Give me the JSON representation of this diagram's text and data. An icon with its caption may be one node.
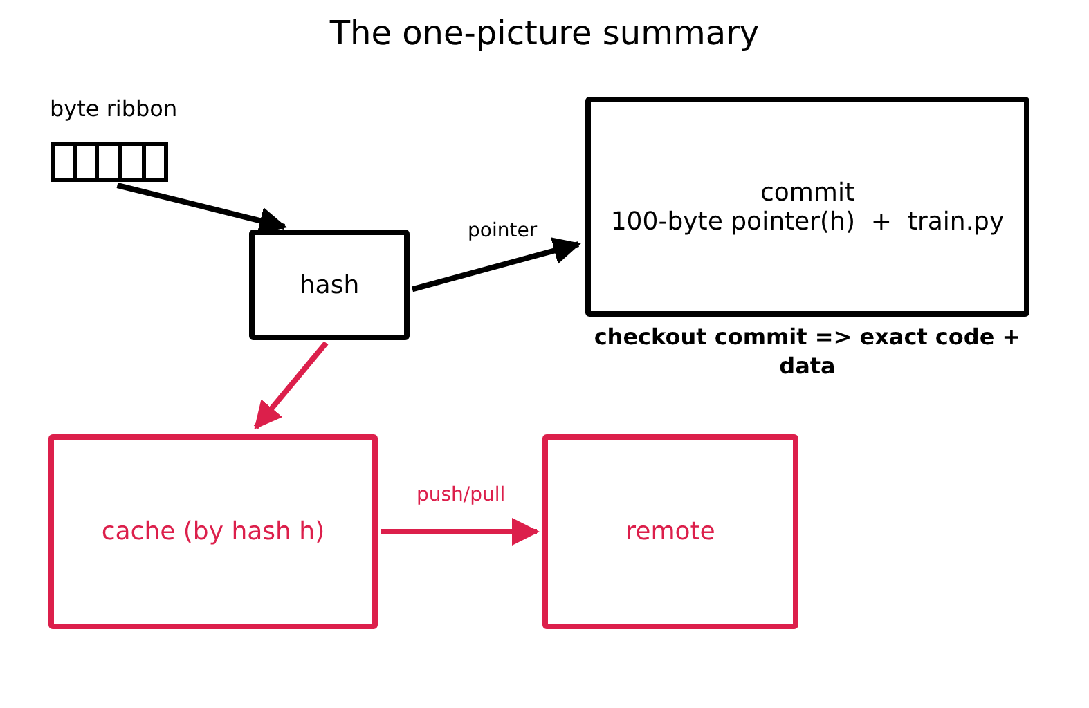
{
  "diagram": {
    "title": "The one-picture summary",
    "nodes": [
      {
        "text": [
          "byte ribbon"
        ]
      },
      {
        "text": [
          "hash"
        ]
      },
      {
        "text": [
          "commit",
          "100-byte pointer(h)  +  train.py"
        ],
        "beside": [
          "checkout commit => exact code + data"
        ]
      },
      {
        "text": [
          "cache (by hash h)"
        ]
      },
      {
        "text": [
          "remote"
        ]
      }
    ],
    "edges": [
      {
        "from": 0,
        "to": 1,
        "arrow": "to"
      },
      {
        "from": 1,
        "to": 2,
        "arrow": "to",
        "label": "pointer"
      },
      {
        "from": 1,
        "to": 3,
        "arrow": "to",
        "color": "#dc1f4b"
      },
      {
        "from": 3,
        "to": 4,
        "arrow": "to",
        "label": "push/pull",
        "color": "#dc1f4b"
      }
    ]
  }
}
